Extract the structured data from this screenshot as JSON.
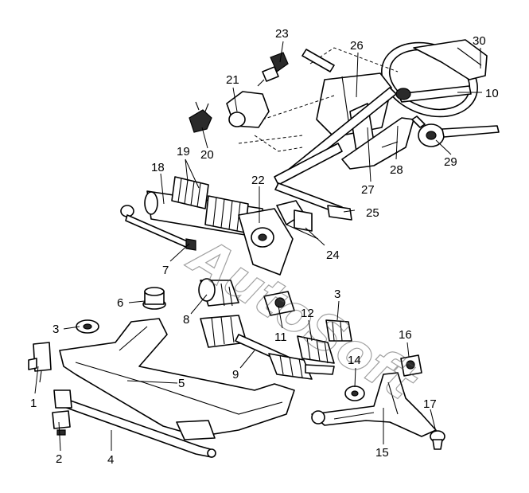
{
  "watermark": "AutoSoft",
  "callouts": [
    {
      "id": "callout-1",
      "text": "1"
    },
    {
      "id": "callout-2",
      "text": "2"
    },
    {
      "id": "callout-3a",
      "text": "3"
    },
    {
      "id": "callout-3b",
      "text": "3"
    },
    {
      "id": "callout-4",
      "text": "4"
    },
    {
      "id": "callout-5",
      "text": "5"
    },
    {
      "id": "callout-6",
      "text": "6"
    },
    {
      "id": "callout-7",
      "text": "7"
    },
    {
      "id": "callout-8",
      "text": "8"
    },
    {
      "id": "callout-9",
      "text": "9"
    },
    {
      "id": "callout-10",
      "text": "10"
    },
    {
      "id": "callout-11",
      "text": "11"
    },
    {
      "id": "callout-12",
      "text": "12"
    },
    {
      "id": "callout-14",
      "text": "14"
    },
    {
      "id": "callout-15",
      "text": "15"
    },
    {
      "id": "callout-16",
      "text": "16"
    },
    {
      "id": "callout-17",
      "text": "17"
    },
    {
      "id": "callout-18",
      "text": "18"
    },
    {
      "id": "callout-19",
      "text": "19"
    },
    {
      "id": "callout-20",
      "text": "20"
    },
    {
      "id": "callout-21",
      "text": "21"
    },
    {
      "id": "callout-22",
      "text": "22"
    },
    {
      "id": "callout-23",
      "text": "23"
    },
    {
      "id": "callout-24",
      "text": "24"
    },
    {
      "id": "callout-25",
      "text": "25"
    },
    {
      "id": "callout-26",
      "text": "26"
    },
    {
      "id": "callout-27",
      "text": "27"
    },
    {
      "id": "callout-28",
      "text": "28"
    },
    {
      "id": "callout-29",
      "text": "29"
    },
    {
      "id": "callout-30",
      "text": "30"
    }
  ]
}
